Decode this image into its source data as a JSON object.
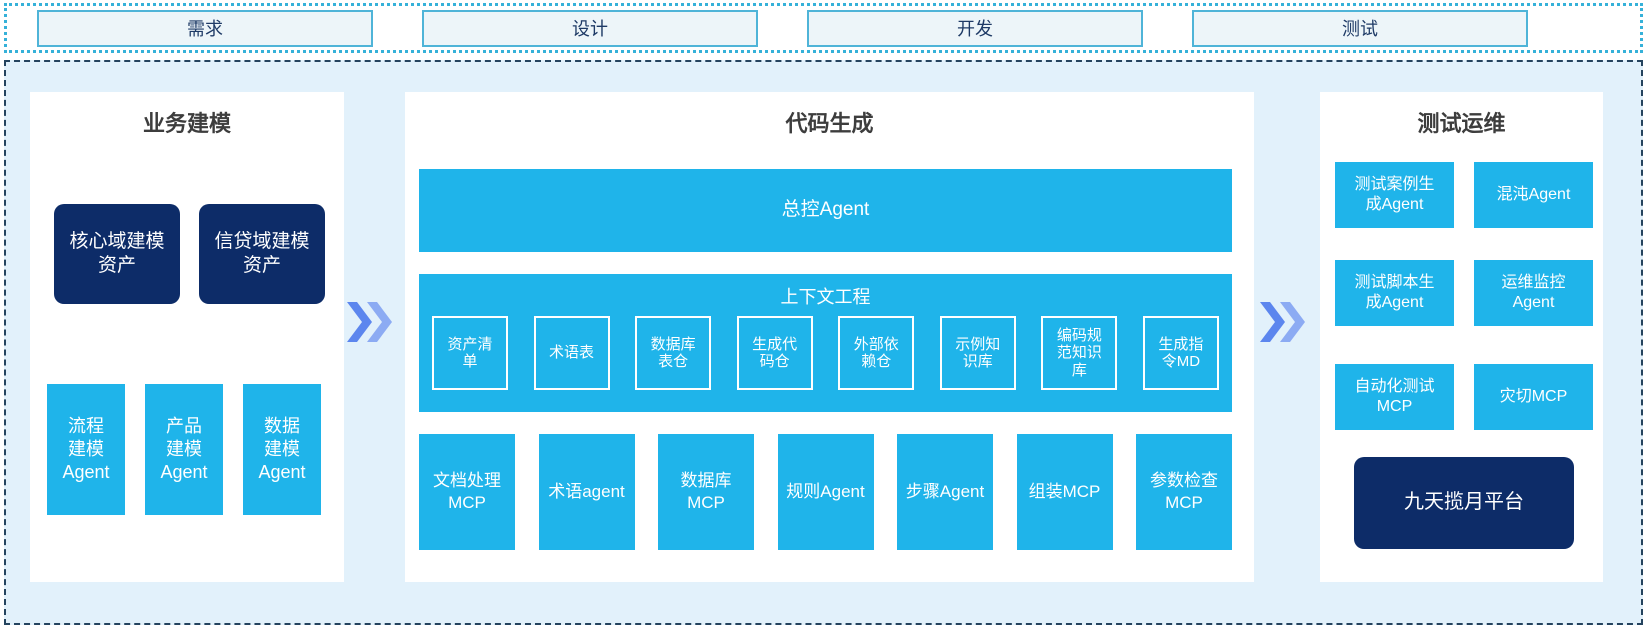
{
  "phases": {
    "items": [
      {
        "label": "需求"
      },
      {
        "label": "设计"
      },
      {
        "label": "开发"
      },
      {
        "label": "测试"
      }
    ]
  },
  "left_panel": {
    "title": "业务建模",
    "asset_boxes": [
      {
        "label": "核心域建模\n资产"
      },
      {
        "label": "信贷域建模\n资产"
      }
    ],
    "agent_boxes": [
      {
        "label": "流程\n建模\nAgent"
      },
      {
        "label": "产品\n建模\nAgent"
      },
      {
        "label": "数据\n建模\nAgent"
      }
    ]
  },
  "mid_panel": {
    "title": "代码生成",
    "master_agent": "总控Agent",
    "context": {
      "title": "上下文工程",
      "items": [
        {
          "label": "资产清\n单"
        },
        {
          "label": "术语表"
        },
        {
          "label": "数据库\n表仓"
        },
        {
          "label": "生成代\n码仓"
        },
        {
          "label": "外部依\n赖仓"
        },
        {
          "label": "示例知\n识库"
        },
        {
          "label": "编码规\n范知识\n库"
        },
        {
          "label": "生成指\n令MD"
        }
      ]
    },
    "mcp_row": [
      {
        "label": "文档处理\nMCP"
      },
      {
        "label": "术语agent"
      },
      {
        "label": "数据库\nMCP"
      },
      {
        "label": "规则Agent"
      },
      {
        "label": "步骤Agent"
      },
      {
        "label": "组装MCP"
      },
      {
        "label": "参数检查\nMCP"
      }
    ]
  },
  "right_panel": {
    "title": "测试运维",
    "grid": [
      {
        "label": "测试案例生\n成Agent"
      },
      {
        "label": "混沌Agent"
      },
      {
        "label": "测试脚本生\n成Agent"
      },
      {
        "label": "运维监控\nAgent"
      },
      {
        "label": "自动化测试\nMCP"
      },
      {
        "label": "灾切MCP"
      }
    ],
    "platform": "九天揽月平台"
  },
  "colors": {
    "accent_cyan": "#1fb4ea",
    "dark_navy": "#0d2c68",
    "container_bg": "#e2f1fb",
    "dashed_border": "#24435e",
    "dotted_border": "#35b1d9",
    "phase_box_border": "#4fb4d8",
    "phase_text": "#1e3a66",
    "chevron_front": "#5c86ee",
    "chevron_back": "#8cabf3"
  }
}
